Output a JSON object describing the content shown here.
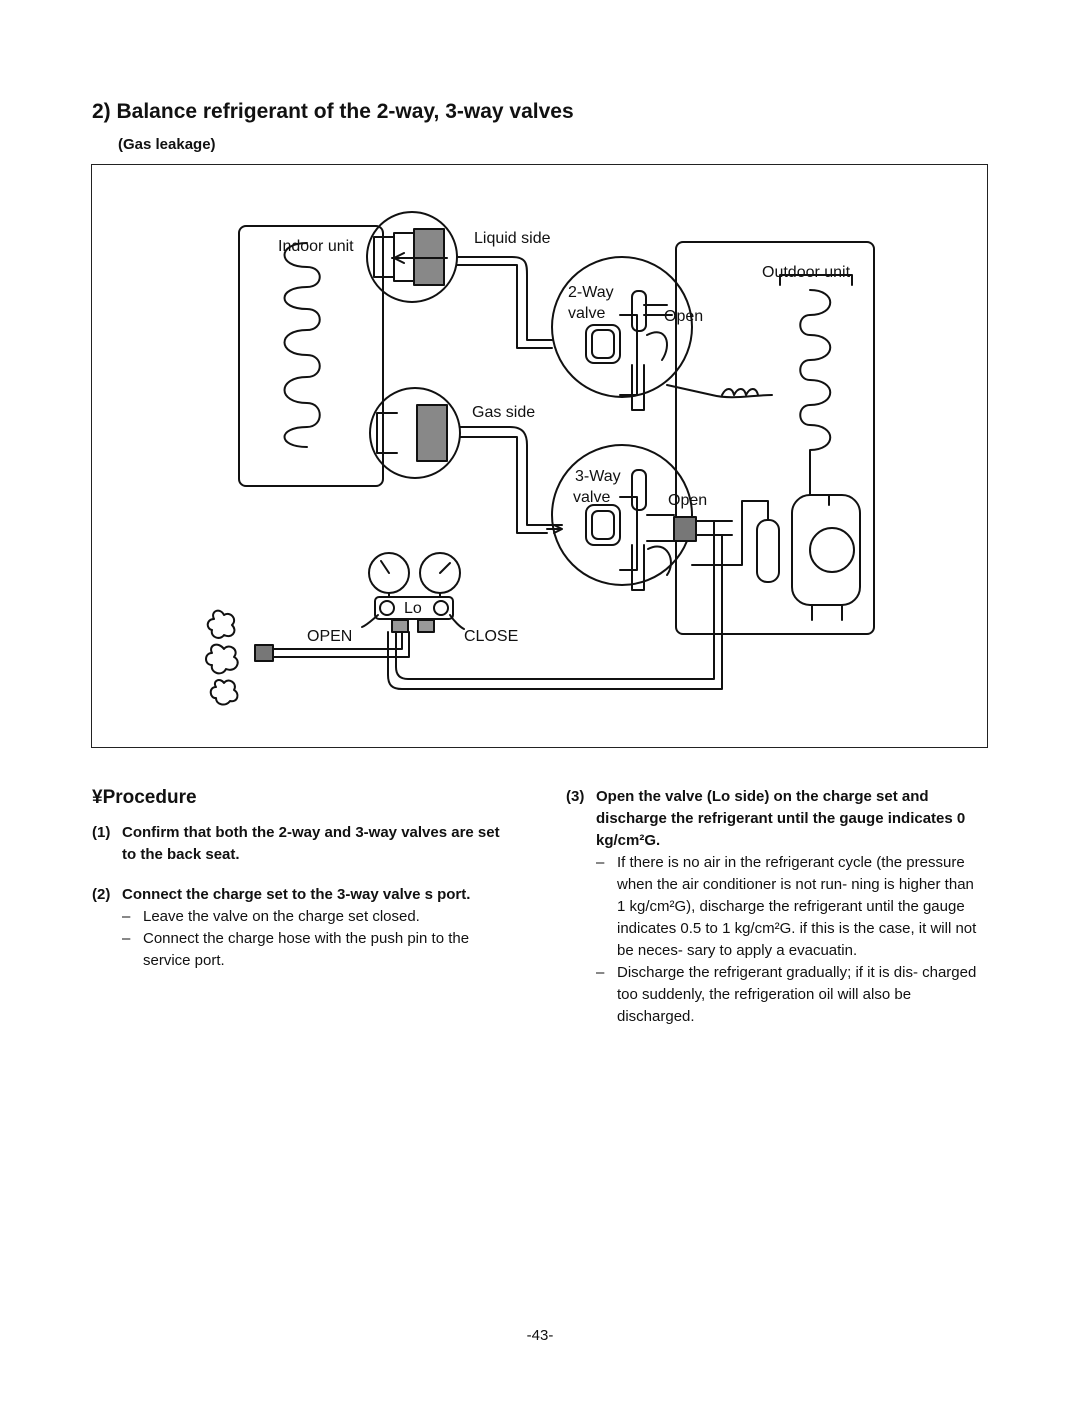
{
  "section_title": "2) Balance refrigerant of the 2-way, 3-way valves",
  "subtitle": "(Gas leakage)",
  "diagram": {
    "indoor_unit": "Indoor unit",
    "liquid_side": "Liquid side",
    "outdoor_unit": "Outdoor unit",
    "two_way": "2-Way",
    "valve": "valve",
    "open": "Open",
    "gas_side": "Gas side",
    "three_way": "3-Way",
    "lo": "Lo",
    "open_caps": "OPEN",
    "close_caps": "CLOSE"
  },
  "procedure": {
    "heading": "¥Procedure",
    "steps": [
      {
        "num": "(1)",
        "text": "Confirm that both the 2-way and 3-way valves are set to the back seat."
      },
      {
        "num": "(2)",
        "text": "Connect the charge set to the 3-way valve s port.",
        "bullets": [
          "Leave the valve on the charge set closed.",
          "Connect the charge hose with the push pin to the service port."
        ]
      },
      {
        "num": "(3)",
        "text": "Open the valve (Lo side) on the charge set and discharge the refrigerant until the gauge indicates 0 kg/cm²G.",
        "bullets": [
          "If there is no air in the refrigerant cycle (the pressure when the air conditioner is not run- ning is higher than 1 kg/cm²G), discharge the refrigerant until the gauge indicates 0.5 to 1 kg/cm²G. if this is the case, it will not be neces- sary to apply a evacuatin.",
          "Discharge the refrigerant gradually; if it is dis- charged too suddenly, the refrigeration oil will also be discharged."
        ]
      }
    ]
  },
  "page_number": "-43-"
}
